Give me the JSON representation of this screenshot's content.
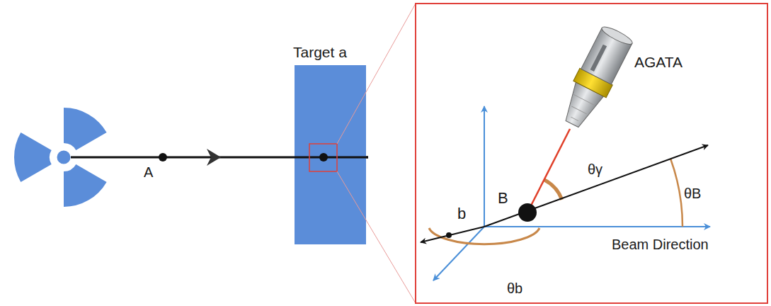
{
  "diagram": {
    "nodes": [
      {
        "text": [
          "Target a"
        ]
      }
    ],
    "labels": [
      "A",
      "AGATA",
      "θγ",
      "θB",
      "B",
      "b",
      "θb",
      "Beam Direction"
    ]
  }
}
